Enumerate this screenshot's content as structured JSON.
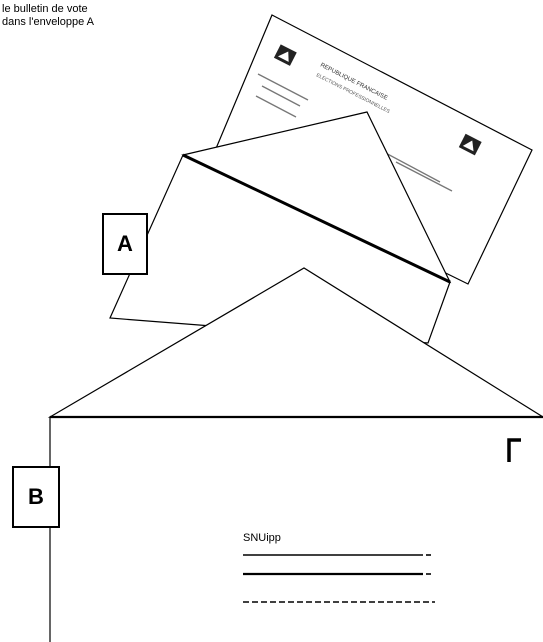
{
  "instruction": {
    "line1": "le bulletin de vote",
    "line2": "dans l'enveloppe A"
  },
  "envelope_a": {
    "label": "A"
  },
  "envelope_b": {
    "label": "B"
  },
  "ballot": {
    "header_line1": "REPUBLIQUE FRANCAISE",
    "header_line2": "ELECTIONS PROFESSIONNELLES"
  },
  "address": {
    "name": "SNUipp"
  },
  "colors": {
    "ink": "#000000",
    "paper": "#ffffff",
    "ballot_text": "#555555"
  }
}
